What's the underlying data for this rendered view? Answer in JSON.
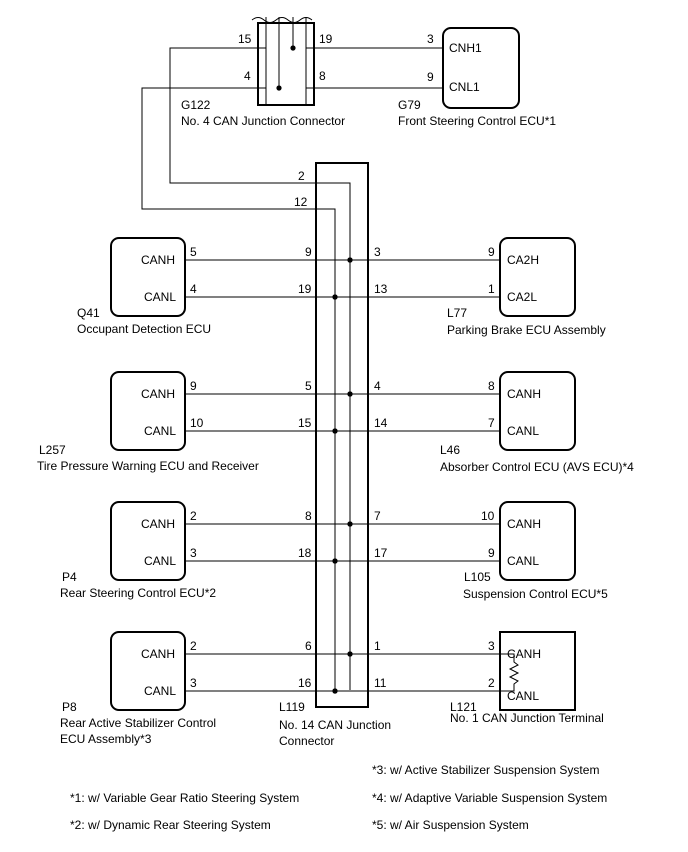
{
  "g122": {
    "code": "G122",
    "name": "No. 4 CAN Junction Connector",
    "pins": {
      "top_left": "15",
      "top_right": "19",
      "bot_left": "4",
      "bot_right": "8"
    }
  },
  "g79": {
    "code": "G79",
    "name": "Front Steering Control ECU*1",
    "pin_h_label": "CNH1",
    "pin_l_label": "CNL1",
    "pin_h": "3",
    "pin_l": "9"
  },
  "l119": {
    "code": "L119",
    "name_line1": "No. 14 CAN Junction",
    "name_line2": "Connector",
    "top_pins": {
      "upper": "2",
      "lower": "12"
    }
  },
  "left_ecus": [
    {
      "code": "Q41",
      "name": [
        "Occupant Detection ECU"
      ],
      "h_label": "CANH",
      "l_label": "CANL",
      "ecu_h": "5",
      "ecu_l": "4",
      "jct_h": "9",
      "jct_l": "19"
    },
    {
      "code": "L257",
      "name": [
        "Tire Pressure Warning ECU and Receiver"
      ],
      "h_label": "CANH",
      "l_label": "CANL",
      "ecu_h": "9",
      "ecu_l": "10",
      "jct_h": "5",
      "jct_l": "15"
    },
    {
      "code": "P4",
      "name": [
        "Rear Steering Control ECU*2"
      ],
      "h_label": "CANH",
      "l_label": "CANL",
      "ecu_h": "2",
      "ecu_l": "3",
      "jct_h": "8",
      "jct_l": "18"
    },
    {
      "code": "P8",
      "name": [
        "Rear Active Stabilizer Control",
        "ECU Assembly*3"
      ],
      "h_label": "CANH",
      "l_label": "CANL",
      "ecu_h": "2",
      "ecu_l": "3",
      "jct_h": "6",
      "jct_l": "16"
    }
  ],
  "right_ecus": [
    {
      "code": "L77",
      "name": "Parking Brake ECU Assembly",
      "h_label": "CA2H",
      "l_label": "CA2L",
      "ecu_h": "9",
      "ecu_l": "1",
      "jct_h": "3",
      "jct_l": "13"
    },
    {
      "code": "L46",
      "name": "Absorber Control ECU (AVS ECU)*4",
      "h_label": "CANH",
      "l_label": "CANL",
      "ecu_h": "8",
      "ecu_l": "7",
      "jct_h": "4",
      "jct_l": "14"
    },
    {
      "code": "L105",
      "name": "Suspension Control ECU*5",
      "h_label": "CANH",
      "l_label": "CANL",
      "ecu_h": "10",
      "ecu_l": "9",
      "jct_h": "7",
      "jct_l": "17"
    },
    {
      "code": "L121",
      "name": "No. 1 CAN Junction Terminal",
      "h_label": "CANH",
      "l_label": "CANL",
      "ecu_h": "3",
      "ecu_l": "2",
      "jct_h": "1",
      "jct_l": "11"
    }
  ],
  "footnotes": {
    "n1": "*1: w/ Variable Gear Ratio Steering System",
    "n2": "*2: w/ Dynamic Rear Steering System",
    "n3": "*3: w/ Active Stabilizer Suspension System",
    "n4": "*4: w/ Adaptive Variable Suspension System",
    "n5": "*5: w/ Air Suspension System"
  }
}
